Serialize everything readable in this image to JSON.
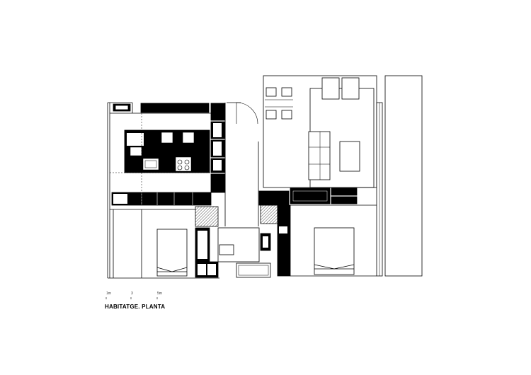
{
  "drawing": {
    "caption": "HABITATGE. PLANTA",
    "scale_labels": [
      "1m",
      "3",
      "5m"
    ],
    "colors": {
      "line": "#000000",
      "fill": "#000000",
      "paper": "#ffffff",
      "hatch": "#222222"
    }
  }
}
